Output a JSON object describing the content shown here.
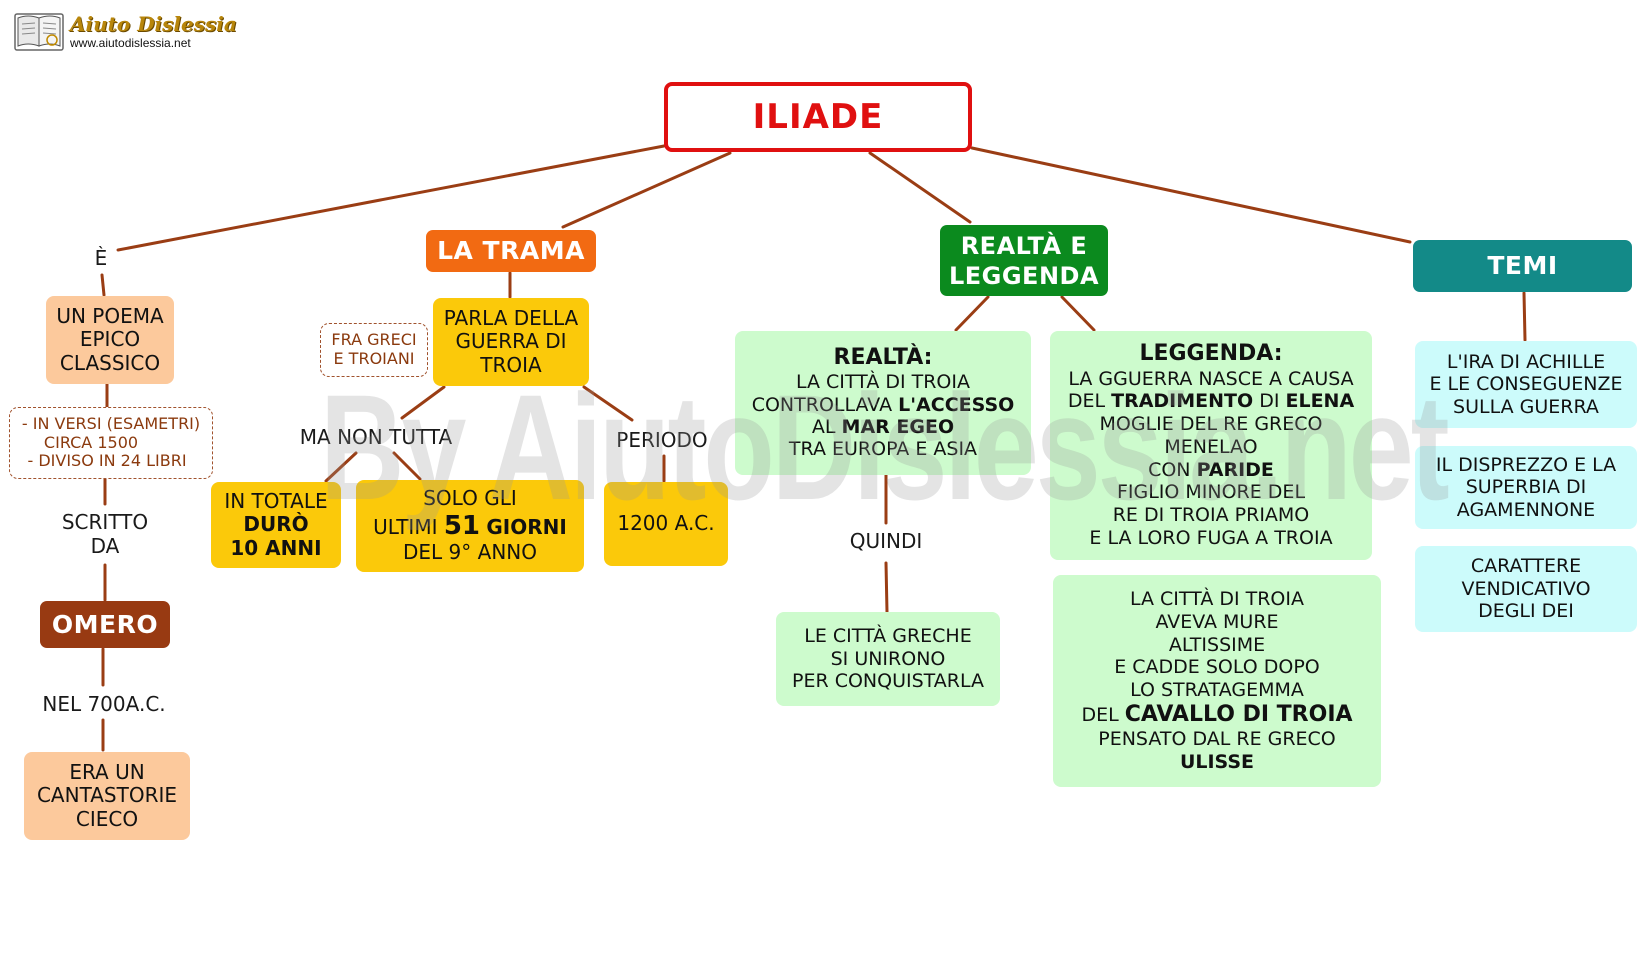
{
  "logo": {
    "title": "Aiuto Dislessia",
    "url": "www.aiutodislessia.net",
    "icon": "book-icon"
  },
  "watermark": "By AiutoDislessia.net",
  "colors": {
    "root_border": "#e01010",
    "trama": "#f26a12",
    "realta": "#0b8a1e",
    "temi": "#138a88",
    "omero": "#983a12",
    "link": "#9a3d14"
  },
  "root": {
    "label": "ILIADE"
  },
  "left": {
    "link_e": "È",
    "poema": [
      "UN POEMA",
      "EPICO",
      "CLASSICO"
    ],
    "details": [
      "- IN VERSI (ESAMETRI)",
      "CIRCA 1500",
      "- DIVISO IN 24 LIBRI"
    ],
    "link_scritto": [
      "SCRITTO",
      "DA"
    ],
    "omero": "OMERO",
    "link_700": "NEL 700A.C.",
    "cantastorie": [
      "ERA UN",
      "CANTASTORIE",
      "CIECO"
    ]
  },
  "trama": {
    "header": "LA TRAMA",
    "parla": [
      "PARLA DELLA",
      "GUERRA DI",
      "TROIA"
    ],
    "fra": [
      "FRA GRECI",
      "E TROIANI"
    ],
    "link_ma": "MA NON TUTTA",
    "link_periodo": "PERIODO",
    "totale": {
      "line1": "IN TOTALE",
      "line2": "DURÒ",
      "line3": "10 ANNI"
    },
    "solo": {
      "line1": "SOLO GLI",
      "pre": "ULTIMI",
      "num": "51",
      "post": "GIORNI",
      "line3": "DEL 9° ANNO"
    },
    "anno": "1200 A.C."
  },
  "realta": {
    "header": [
      "REALTÀ E",
      "LEGGENDA"
    ],
    "realta_box": {
      "title": "REALTÀ:",
      "l1": "LA CITTÀ DI TROIA",
      "l2_pre": "CONTROLLAVA",
      "l2_b": "L'ACCESSO",
      "l3_pre": "AL",
      "l3_b": "MAR EGEO",
      "l4": "TRA EUROPA E ASIA"
    },
    "link_quindi": "QUINDI",
    "citta_greche": [
      "LE CITTÀ GRECHE",
      "SI UNIRONO",
      "PER CONQUISTARLA"
    ],
    "leggenda_box": {
      "title": "LEGGENDA:",
      "l1": "LA GGUERRA NASCE A CAUSA",
      "l2_pre": "DEL",
      "l2_b1": "TRADIMENTO",
      "l2_mid": "DI",
      "l2_b2": "ELENA",
      "l3": "MOGLIE DEL RE GRECO",
      "l4": "MENELAO",
      "l5_pre": "CON",
      "l5_b": "PARIDE",
      "l6": "FIGLIO MINORE DEL",
      "l7": "RE DI TROIA PRIAMO",
      "l8": "E LA LORO FUGA A TROIA"
    },
    "cavallo_box": {
      "l1": "LA CITTÀ DI TROIA",
      "l2": "AVEVA MURE",
      "l3": "ALTISSIME",
      "l4": "E CADDE SOLO DOPO",
      "l5": "LO STRATAGEMMA",
      "l6_pre": "DEL",
      "l6_b": "CAVALLO DI TROIA",
      "l7": "PENSATO DAL RE GRECO",
      "l8_b": "ULISSE"
    }
  },
  "temi": {
    "header": "TEMI",
    "ira": [
      "L'IRA DI ACHILLE",
      "E LE CONSEGUENZE",
      "SULLA GUERRA"
    ],
    "disprezzo": [
      "IL DISPREZZO E LA",
      "SUPERBIA DI",
      "AGAMENNONE"
    ],
    "carattere": [
      "CARATTERE",
      "VENDICATIVO",
      "DEGLI DEI"
    ]
  }
}
